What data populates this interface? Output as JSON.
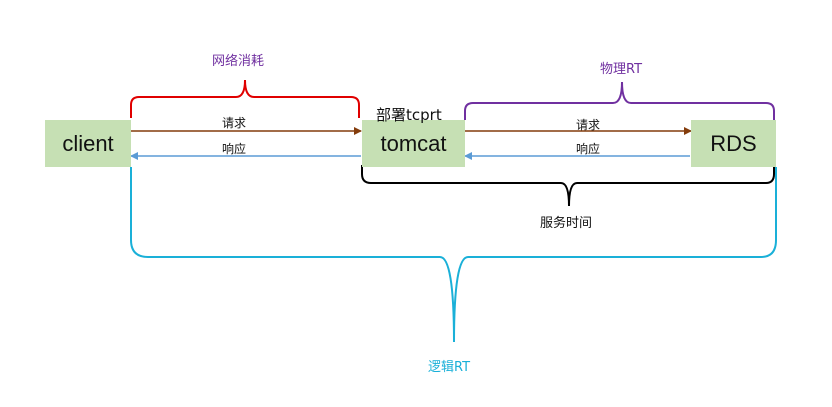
{
  "nodes": {
    "client": "client",
    "tomcat": "tomcat",
    "rds": "RDS"
  },
  "arrows": {
    "request_label": "请求",
    "response_label": "响应"
  },
  "braces": {
    "network": "网络消耗",
    "physical_rt": "物理RT",
    "deploy_label": "部署tcprt",
    "service_time": "服务时间",
    "logical_rt": "逻辑RT"
  },
  "colors": {
    "node_fill": "#c6e0b4",
    "request_arrow": "#843c0c",
    "response_arrow": "#5b9bd5",
    "network_brace": "#e00000",
    "physical_brace": "#7030a0",
    "service_brace": "#000000",
    "logical_brace": "#1ab0d8"
  }
}
